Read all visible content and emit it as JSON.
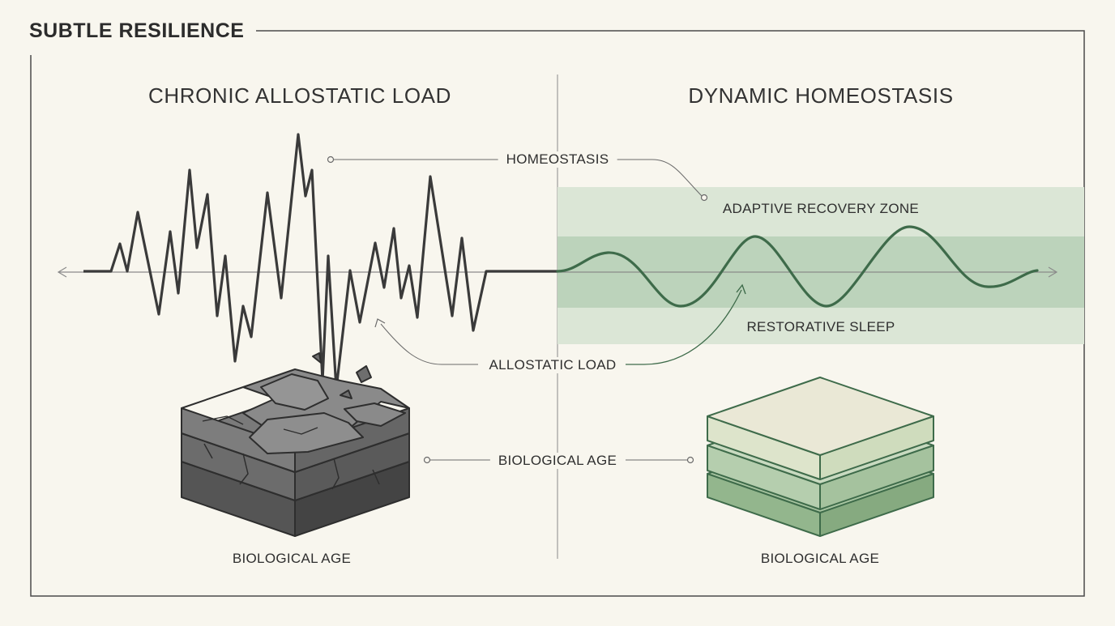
{
  "title": "SUBTLE RESILIENCE",
  "panels": {
    "left": {
      "title": "CHRONIC ALLOSTATIC LOAD",
      "bottom_label": "BIOLOGICAL AGE"
    },
    "right": {
      "title": "DYNAMIC HOMEOSTASIS",
      "bottom_label": "BIOLOGICAL AGE"
    }
  },
  "annotations": {
    "homeostasis": "HOMEOSTASIS",
    "adaptive_zone": "ADAPTIVE RECOVERY ZONE",
    "restorative_sleep": "RESTORATIVE SLEEP",
    "allostatic_load": "ALLOSTATIC LOAD",
    "biological_age": "BIOLOGICAL AGE"
  },
  "colors": {
    "background": "#f8f6ee",
    "frame": "#4a4a4a",
    "jagged_line": "#3a3a3a",
    "wave_line": "#3e6b4a",
    "band_outer": "#dbe6d6",
    "band_inner": "#bcd3bb",
    "block_dark": "#6a6a6a",
    "block_green_light": "#eae8d6",
    "block_green_dark": "#a9c6a2"
  },
  "icons": {
    "cracked_block": "cracked-stone-block-icon",
    "healthy_block": "layered-green-block-icon"
  }
}
